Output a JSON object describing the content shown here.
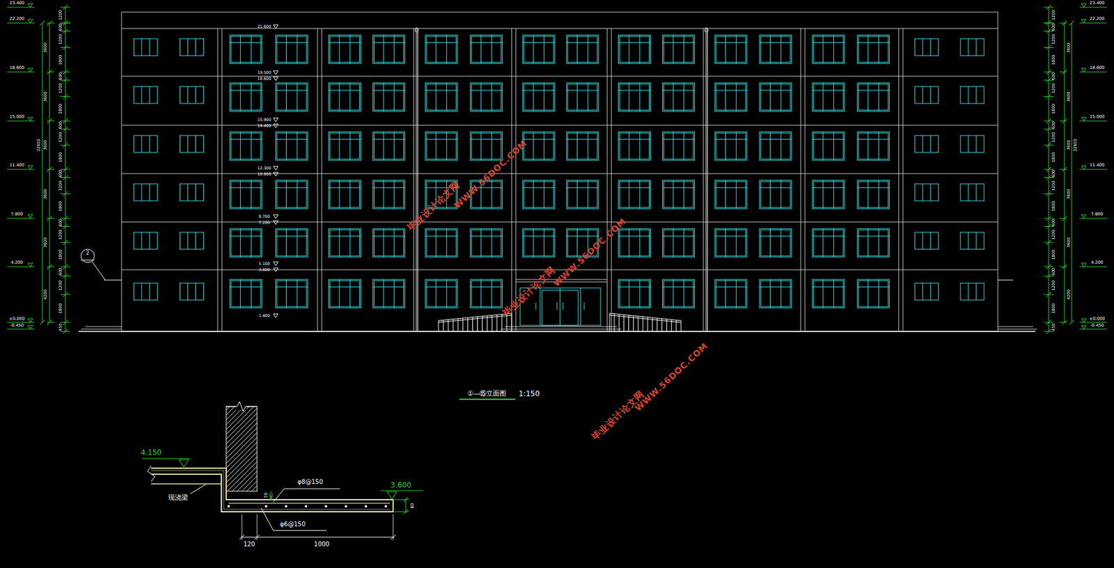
{
  "diagram": {
    "labels": [
      "23.400",
      "22.200",
      "18.600",
      "15.000",
      "11.400",
      "7.800",
      "4.200",
      "±0.000",
      "-0.450",
      "23.400",
      "22.200",
      "18.600",
      "15.000",
      "11.400",
      "7.800",
      "4.200",
      "±0.000",
      "-0.450",
      "1200",
      "600",
      "1200",
      "1800",
      "600",
      "1200",
      "1800",
      "600",
      "1200",
      "1800",
      "600",
      "1200",
      "1800",
      "600",
      "1200",
      "1800",
      "600",
      "1200",
      "1800",
      "450",
      "3600",
      "3600",
      "3600",
      "3600",
      "3600",
      "4200",
      "22650",
      "1200",
      "600",
      "1200",
      "1800",
      "600",
      "1200",
      "1800",
      "600",
      "1200",
      "1800",
      "600",
      "1200",
      "1800",
      "600",
      "1200",
      "1800",
      "600",
      "1200",
      "1800",
      "450",
      "3600",
      "3600",
      "3600",
      "3600",
      "3600",
      "4200",
      "22650",
      "21.600",
      "19.500",
      "18.600",
      "15.900",
      "14.400",
      "12.300",
      "10.800",
      "8.700",
      "7.200",
      "5.100",
      "3.600",
      "1.400",
      "4.150",
      "现浇梁",
      "φ8@150",
      "70",
      "3.600",
      "φ6@150",
      "80",
      "120",
      "1000",
      "①—⑮立面图",
      "1:150",
      "2",
      "毕业设计论文网",
      "WWW.56DOC.COM",
      "毕业设计论文网",
      "WWW.56DOC.COM",
      "毕业设计论文网",
      "WWW.56DOC.COM"
    ]
  }
}
